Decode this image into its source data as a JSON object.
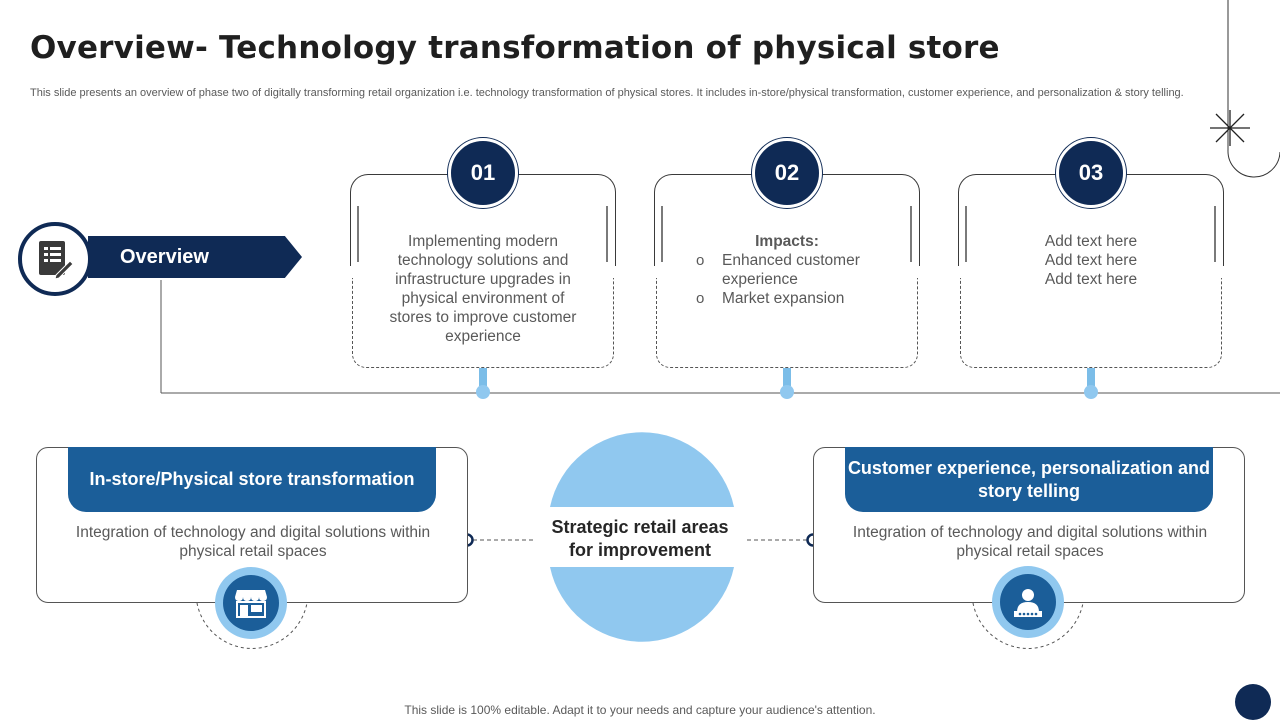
{
  "title": "Overview- Technology transformation of physical store",
  "subtitle": "This slide presents an overview of phase two of digitally transforming retail organization i.e. technology transformation of physical stores. It includes in-store/physical transformation, customer experience, and personalization & story telling.",
  "overview": {
    "label": "Overview",
    "icon": "document-edit-icon"
  },
  "cards": [
    {
      "number": "01",
      "text": "Implementing modern technology solutions and infrastructure upgrades in physical environment of stores to improve customer experience"
    },
    {
      "number": "02",
      "heading": "Impacts:",
      "bullets": [
        "Enhanced customer experience",
        "Market expansion"
      ]
    },
    {
      "number": "03",
      "lines": [
        "Add text here",
        "Add text here",
        "Add text here"
      ]
    }
  ],
  "center": {
    "label": "Strategic retail areas for improvement"
  },
  "panels": {
    "left": {
      "heading": "In-store/Physical store transformation",
      "description": "Integration  of technology and digital solutions within physical retail spaces",
      "icon": "storefront-icon"
    },
    "right": {
      "heading": "Customer experience, personalization and story telling",
      "description": "Integration  of technology and digital solutions within physical retail spaces",
      "icon": "customer-rating-icon"
    }
  },
  "footer": "This slide is 100% editable. Adapt it to your needs and capture your audience's attention.",
  "colors": {
    "navy": "#0f2a55",
    "blue": "#1b5e99",
    "light_blue": "#90c8ef"
  }
}
